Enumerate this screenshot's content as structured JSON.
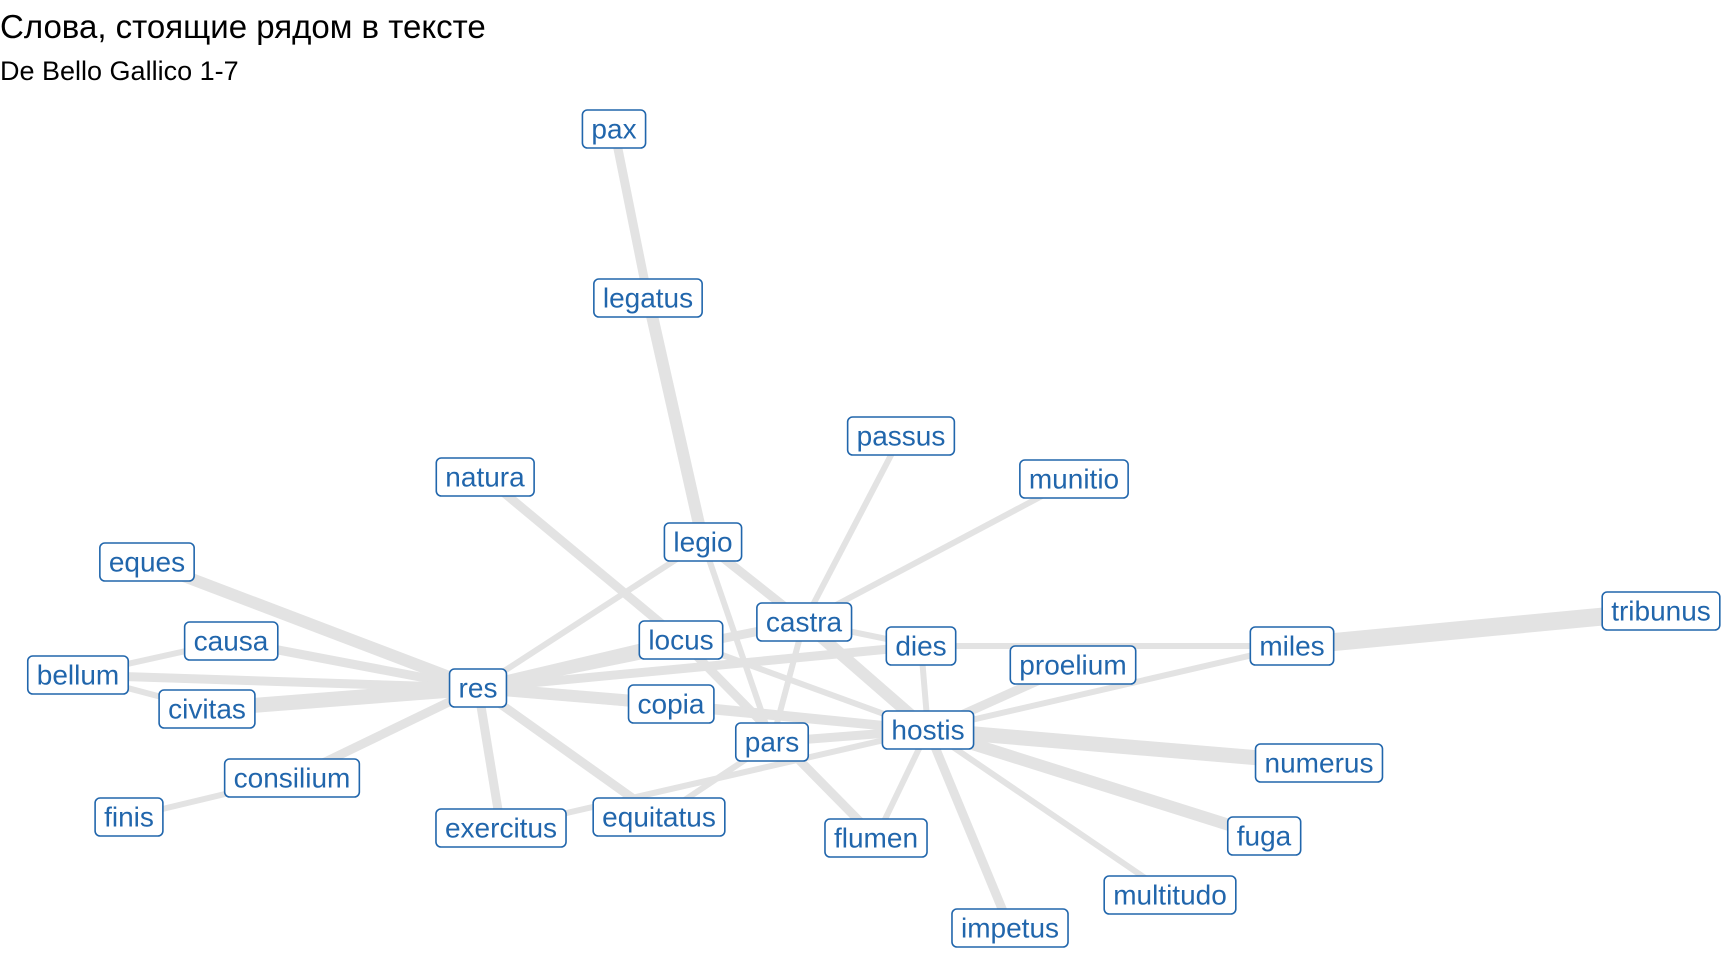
{
  "title": "Слова, стоящие рядом в тексте",
  "subtitle": "De Bello Gallico 1-7",
  "colors": {
    "label": "#2166ac",
    "edge": "#e3e3e3",
    "background": "#ffffff"
  },
  "nodes": [
    {
      "id": "pax",
      "label": "pax"
    },
    {
      "id": "legatus",
      "label": "legatus"
    },
    {
      "id": "passus",
      "label": "passus"
    },
    {
      "id": "natura",
      "label": "natura"
    },
    {
      "id": "munitio",
      "label": "munitio"
    },
    {
      "id": "legio",
      "label": "legio"
    },
    {
      "id": "eques",
      "label": "eques"
    },
    {
      "id": "castra",
      "label": "castra"
    },
    {
      "id": "tribunus",
      "label": "tribunus"
    },
    {
      "id": "causa",
      "label": "causa"
    },
    {
      "id": "locus",
      "label": "locus"
    },
    {
      "id": "dies",
      "label": "dies"
    },
    {
      "id": "miles",
      "label": "miles"
    },
    {
      "id": "bellum",
      "label": "bellum"
    },
    {
      "id": "proelium",
      "label": "proelium"
    },
    {
      "id": "res",
      "label": "res"
    },
    {
      "id": "copia",
      "label": "copia"
    },
    {
      "id": "civitas",
      "label": "civitas"
    },
    {
      "id": "hostis",
      "label": "hostis"
    },
    {
      "id": "pars",
      "label": "pars"
    },
    {
      "id": "numerus",
      "label": "numerus"
    },
    {
      "id": "consilium",
      "label": "consilium"
    },
    {
      "id": "finis",
      "label": "finis"
    },
    {
      "id": "equitatus",
      "label": "equitatus"
    },
    {
      "id": "exercitus",
      "label": "exercitus"
    },
    {
      "id": "flumen",
      "label": "flumen"
    },
    {
      "id": "fuga",
      "label": "fuga"
    },
    {
      "id": "multitudo",
      "label": "multitudo"
    },
    {
      "id": "impetus",
      "label": "impetus"
    }
  ],
  "edges": [
    {
      "source": "pax",
      "target": "legatus",
      "weight": 2
    },
    {
      "source": "legatus",
      "target": "legio",
      "weight": 3
    },
    {
      "source": "legio",
      "target": "castra",
      "weight": 2
    },
    {
      "source": "legio",
      "target": "res",
      "weight": 1
    },
    {
      "source": "legio",
      "target": "pars",
      "weight": 1
    },
    {
      "source": "passus",
      "target": "castra",
      "weight": 1
    },
    {
      "source": "munitio",
      "target": "castra",
      "weight": 1
    },
    {
      "source": "natura",
      "target": "locus",
      "weight": 2
    },
    {
      "source": "locus",
      "target": "hostis",
      "weight": 1
    },
    {
      "source": "locus",
      "target": "flumen",
      "weight": 2
    },
    {
      "source": "eques",
      "target": "res",
      "weight": 3
    },
    {
      "source": "causa",
      "target": "res",
      "weight": 2
    },
    {
      "source": "bellum",
      "target": "res",
      "weight": 2
    },
    {
      "source": "bellum",
      "target": "causa",
      "weight": 1
    },
    {
      "source": "bellum",
      "target": "civitas",
      "weight": 1
    },
    {
      "source": "civitas",
      "target": "res",
      "weight": 4
    },
    {
      "source": "consilium",
      "target": "res",
      "weight": 2
    },
    {
      "source": "finis",
      "target": "consilium",
      "weight": 1
    },
    {
      "source": "res",
      "target": "locus",
      "weight": 3
    },
    {
      "source": "res",
      "target": "castra",
      "weight": 2
    },
    {
      "source": "res",
      "target": "dies",
      "weight": 2
    },
    {
      "source": "res",
      "target": "copia",
      "weight": 3
    },
    {
      "source": "res",
      "target": "hostis",
      "weight": 2
    },
    {
      "source": "res",
      "target": "exercitus",
      "weight": 2
    },
    {
      "source": "res",
      "target": "equitatus",
      "weight": 2
    },
    {
      "source": "castra",
      "target": "hostis",
      "weight": 3
    },
    {
      "source": "castra",
      "target": "dies",
      "weight": 1
    },
    {
      "source": "castra",
      "target": "pars",
      "weight": 1
    },
    {
      "source": "dies",
      "target": "miles",
      "weight": 1
    },
    {
      "source": "dies",
      "target": "hostis",
      "weight": 1
    },
    {
      "source": "miles",
      "target": "tribunus",
      "weight": 5
    },
    {
      "source": "miles",
      "target": "hostis",
      "weight": 1
    },
    {
      "source": "proelium",
      "target": "hostis",
      "weight": 2
    },
    {
      "source": "copia",
      "target": "hostis",
      "weight": 2
    },
    {
      "source": "pars",
      "target": "hostis",
      "weight": 2
    },
    {
      "source": "pars",
      "target": "equitatus",
      "weight": 1
    },
    {
      "source": "exercitus",
      "target": "hostis",
      "weight": 1
    },
    {
      "source": "hostis",
      "target": "numerus",
      "weight": 4
    },
    {
      "source": "hostis",
      "target": "fuga",
      "weight": 3
    },
    {
      "source": "hostis",
      "target": "multitudo",
      "weight": 1
    },
    {
      "source": "hostis",
      "target": "impetus",
      "weight": 2
    },
    {
      "source": "hostis",
      "target": "flumen",
      "weight": 1
    }
  ]
}
